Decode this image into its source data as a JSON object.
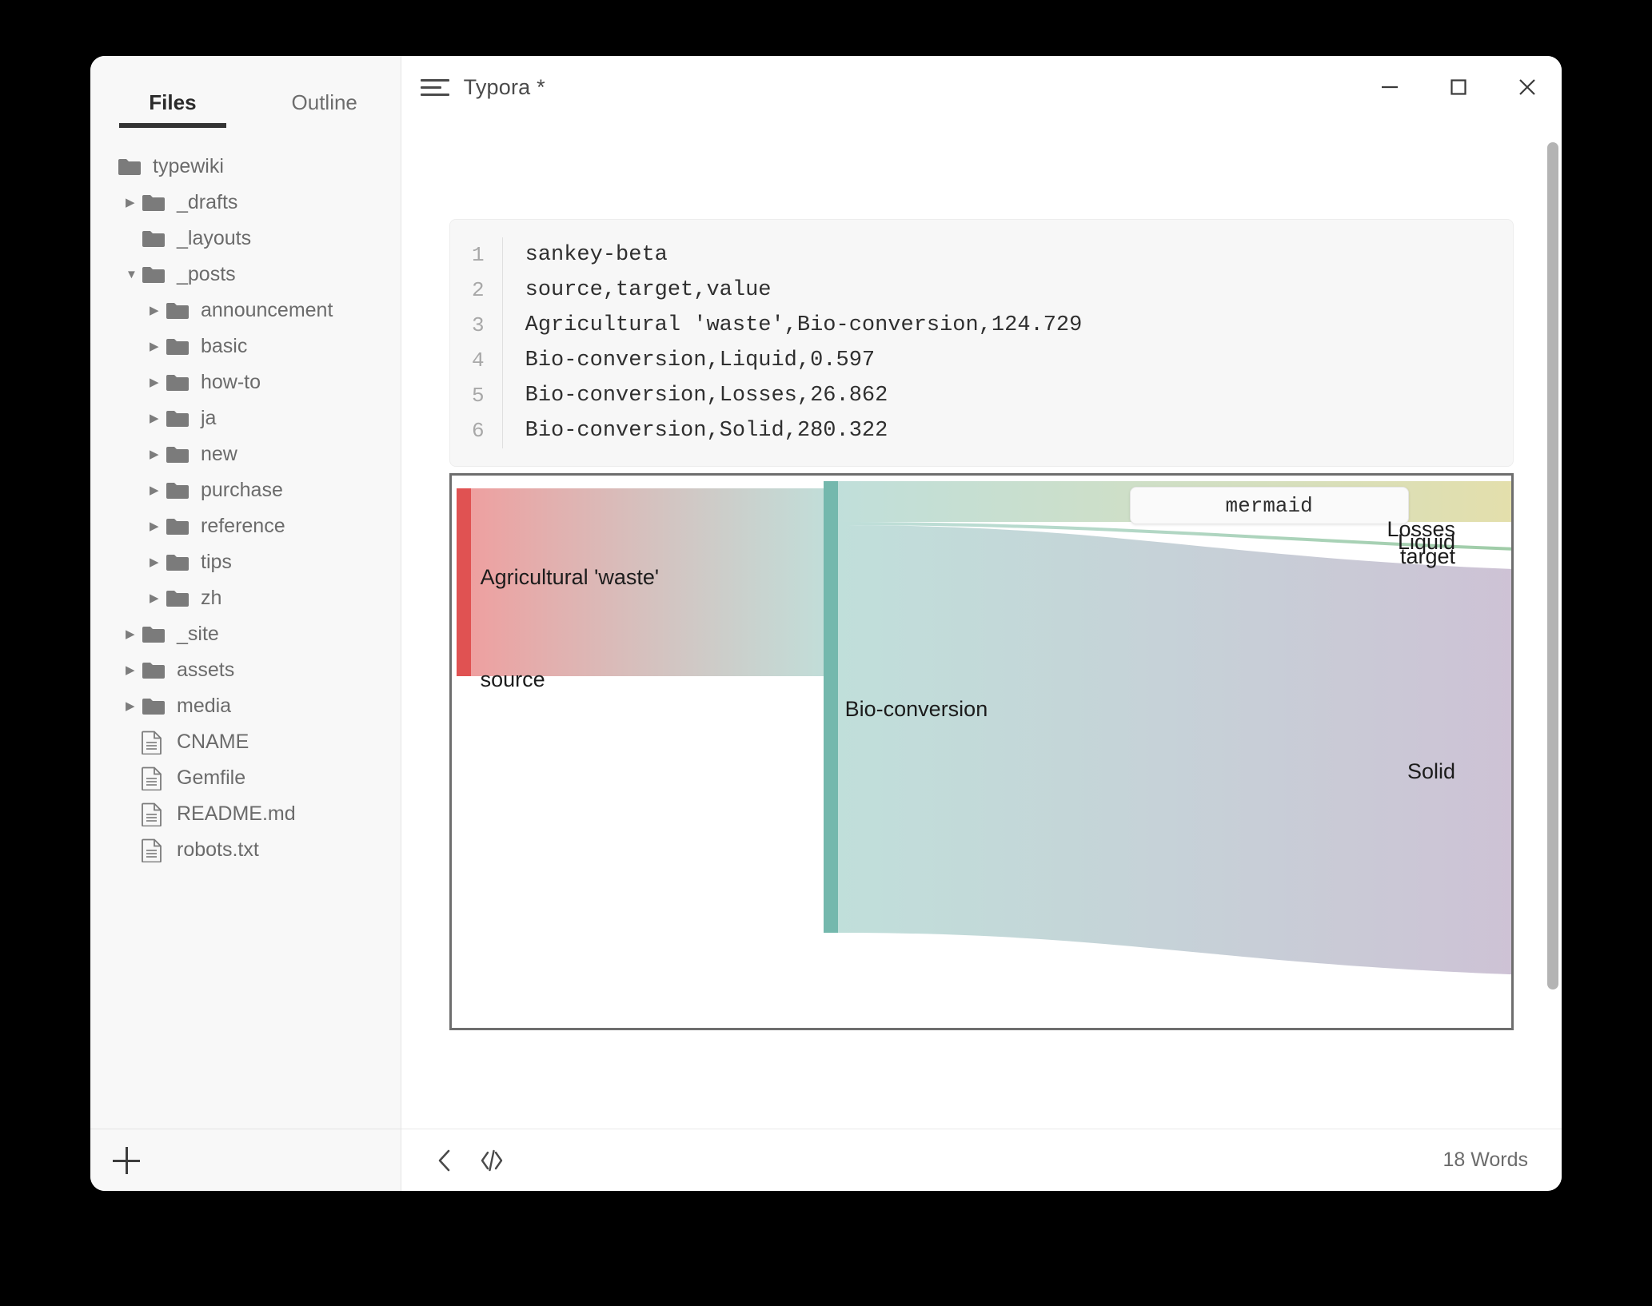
{
  "window": {
    "title": "Typora *",
    "menu_icon": "hamburger-icon",
    "controls": {
      "minimize": "minimize-icon",
      "maximize": "maximize-icon",
      "close": "close-icon"
    }
  },
  "sidebar": {
    "tabs": [
      {
        "label": "Files",
        "active": true
      },
      {
        "label": "Outline",
        "active": false
      }
    ],
    "tree": [
      {
        "label": "typewiki",
        "type": "folder",
        "depth": 0,
        "arrow": "none"
      },
      {
        "label": "_drafts",
        "type": "folder",
        "depth": 1,
        "arrow": "collapsed"
      },
      {
        "label": "_layouts",
        "type": "folder",
        "depth": 1,
        "arrow": "none"
      },
      {
        "label": "_posts",
        "type": "folder",
        "depth": 1,
        "arrow": "expanded"
      },
      {
        "label": "announcement",
        "type": "folder",
        "depth": 2,
        "arrow": "collapsed"
      },
      {
        "label": "basic",
        "type": "folder",
        "depth": 2,
        "arrow": "collapsed"
      },
      {
        "label": "how-to",
        "type": "folder",
        "depth": 2,
        "arrow": "collapsed"
      },
      {
        "label": "ja",
        "type": "folder",
        "depth": 2,
        "arrow": "collapsed"
      },
      {
        "label": "new",
        "type": "folder",
        "depth": 2,
        "arrow": "collapsed"
      },
      {
        "label": "purchase",
        "type": "folder",
        "depth": 2,
        "arrow": "collapsed"
      },
      {
        "label": "reference",
        "type": "folder",
        "depth": 2,
        "arrow": "collapsed"
      },
      {
        "label": "tips",
        "type": "folder",
        "depth": 2,
        "arrow": "collapsed"
      },
      {
        "label": "zh",
        "type": "folder",
        "depth": 2,
        "arrow": "collapsed"
      },
      {
        "label": "_site",
        "type": "folder",
        "depth": 1,
        "arrow": "collapsed"
      },
      {
        "label": "assets",
        "type": "folder",
        "depth": 1,
        "arrow": "collapsed"
      },
      {
        "label": "media",
        "type": "folder",
        "depth": 1,
        "arrow": "collapsed"
      },
      {
        "label": "CNAME",
        "type": "file",
        "depth": 1,
        "arrow": "none"
      },
      {
        "label": "Gemfile",
        "type": "file",
        "depth": 1,
        "arrow": "none"
      },
      {
        "label": "README.md",
        "type": "file",
        "depth": 1,
        "arrow": "none"
      },
      {
        "label": "robots.txt",
        "type": "file",
        "depth": 1,
        "arrow": "none"
      }
    ],
    "add_button": "plus-icon"
  },
  "editor": {
    "code_block": {
      "language_chip": "mermaid",
      "lines": [
        {
          "n": "1",
          "text": "sankey-beta"
        },
        {
          "n": "2",
          "text": "source,target,value"
        },
        {
          "n": "3",
          "text": "Agricultural 'waste',Bio-conversion,124.729"
        },
        {
          "n": "4",
          "text": "Bio-conversion,Liquid,0.597"
        },
        {
          "n": "5",
          "text": "Bio-conversion,Losses,26.862"
        },
        {
          "n": "6",
          "text": "Bio-conversion,Solid,280.322"
        }
      ]
    }
  },
  "chart_data": {
    "type": "sankey",
    "title": "",
    "columns": [
      "source",
      "target"
    ],
    "column_labels": {
      "source": "source",
      "target": "target"
    },
    "nodes": [
      {
        "name": "Agricultural 'waste'",
        "color": "#e05252",
        "column": "source"
      },
      {
        "name": "Bio-conversion",
        "color": "#74b8ad",
        "column": "middle"
      },
      {
        "name": "Losses",
        "color": "#e8c547",
        "column": "target"
      },
      {
        "name": "Liquid",
        "color": "#4a9e4a",
        "column": "target"
      },
      {
        "name": "Solid",
        "color": "#b07cb0",
        "column": "target"
      }
    ],
    "links": [
      {
        "source": "Agricultural 'waste'",
        "target": "Bio-conversion",
        "value": 124.729
      },
      {
        "source": "Bio-conversion",
        "target": "Liquid",
        "value": 0.597
      },
      {
        "source": "Bio-conversion",
        "target": "Losses",
        "value": 26.862
      },
      {
        "source": "Bio-conversion",
        "target": "Solid",
        "value": 280.322
      }
    ],
    "visible_labels": [
      "Agricultural 'waste'",
      "source",
      "Bio-conversion",
      "Losses",
      "Liquid",
      "target",
      "Solid"
    ]
  },
  "statusbar": {
    "back_icon": "chevron-left-icon",
    "source_icon": "source-code-icon",
    "word_count": "18 Words"
  }
}
